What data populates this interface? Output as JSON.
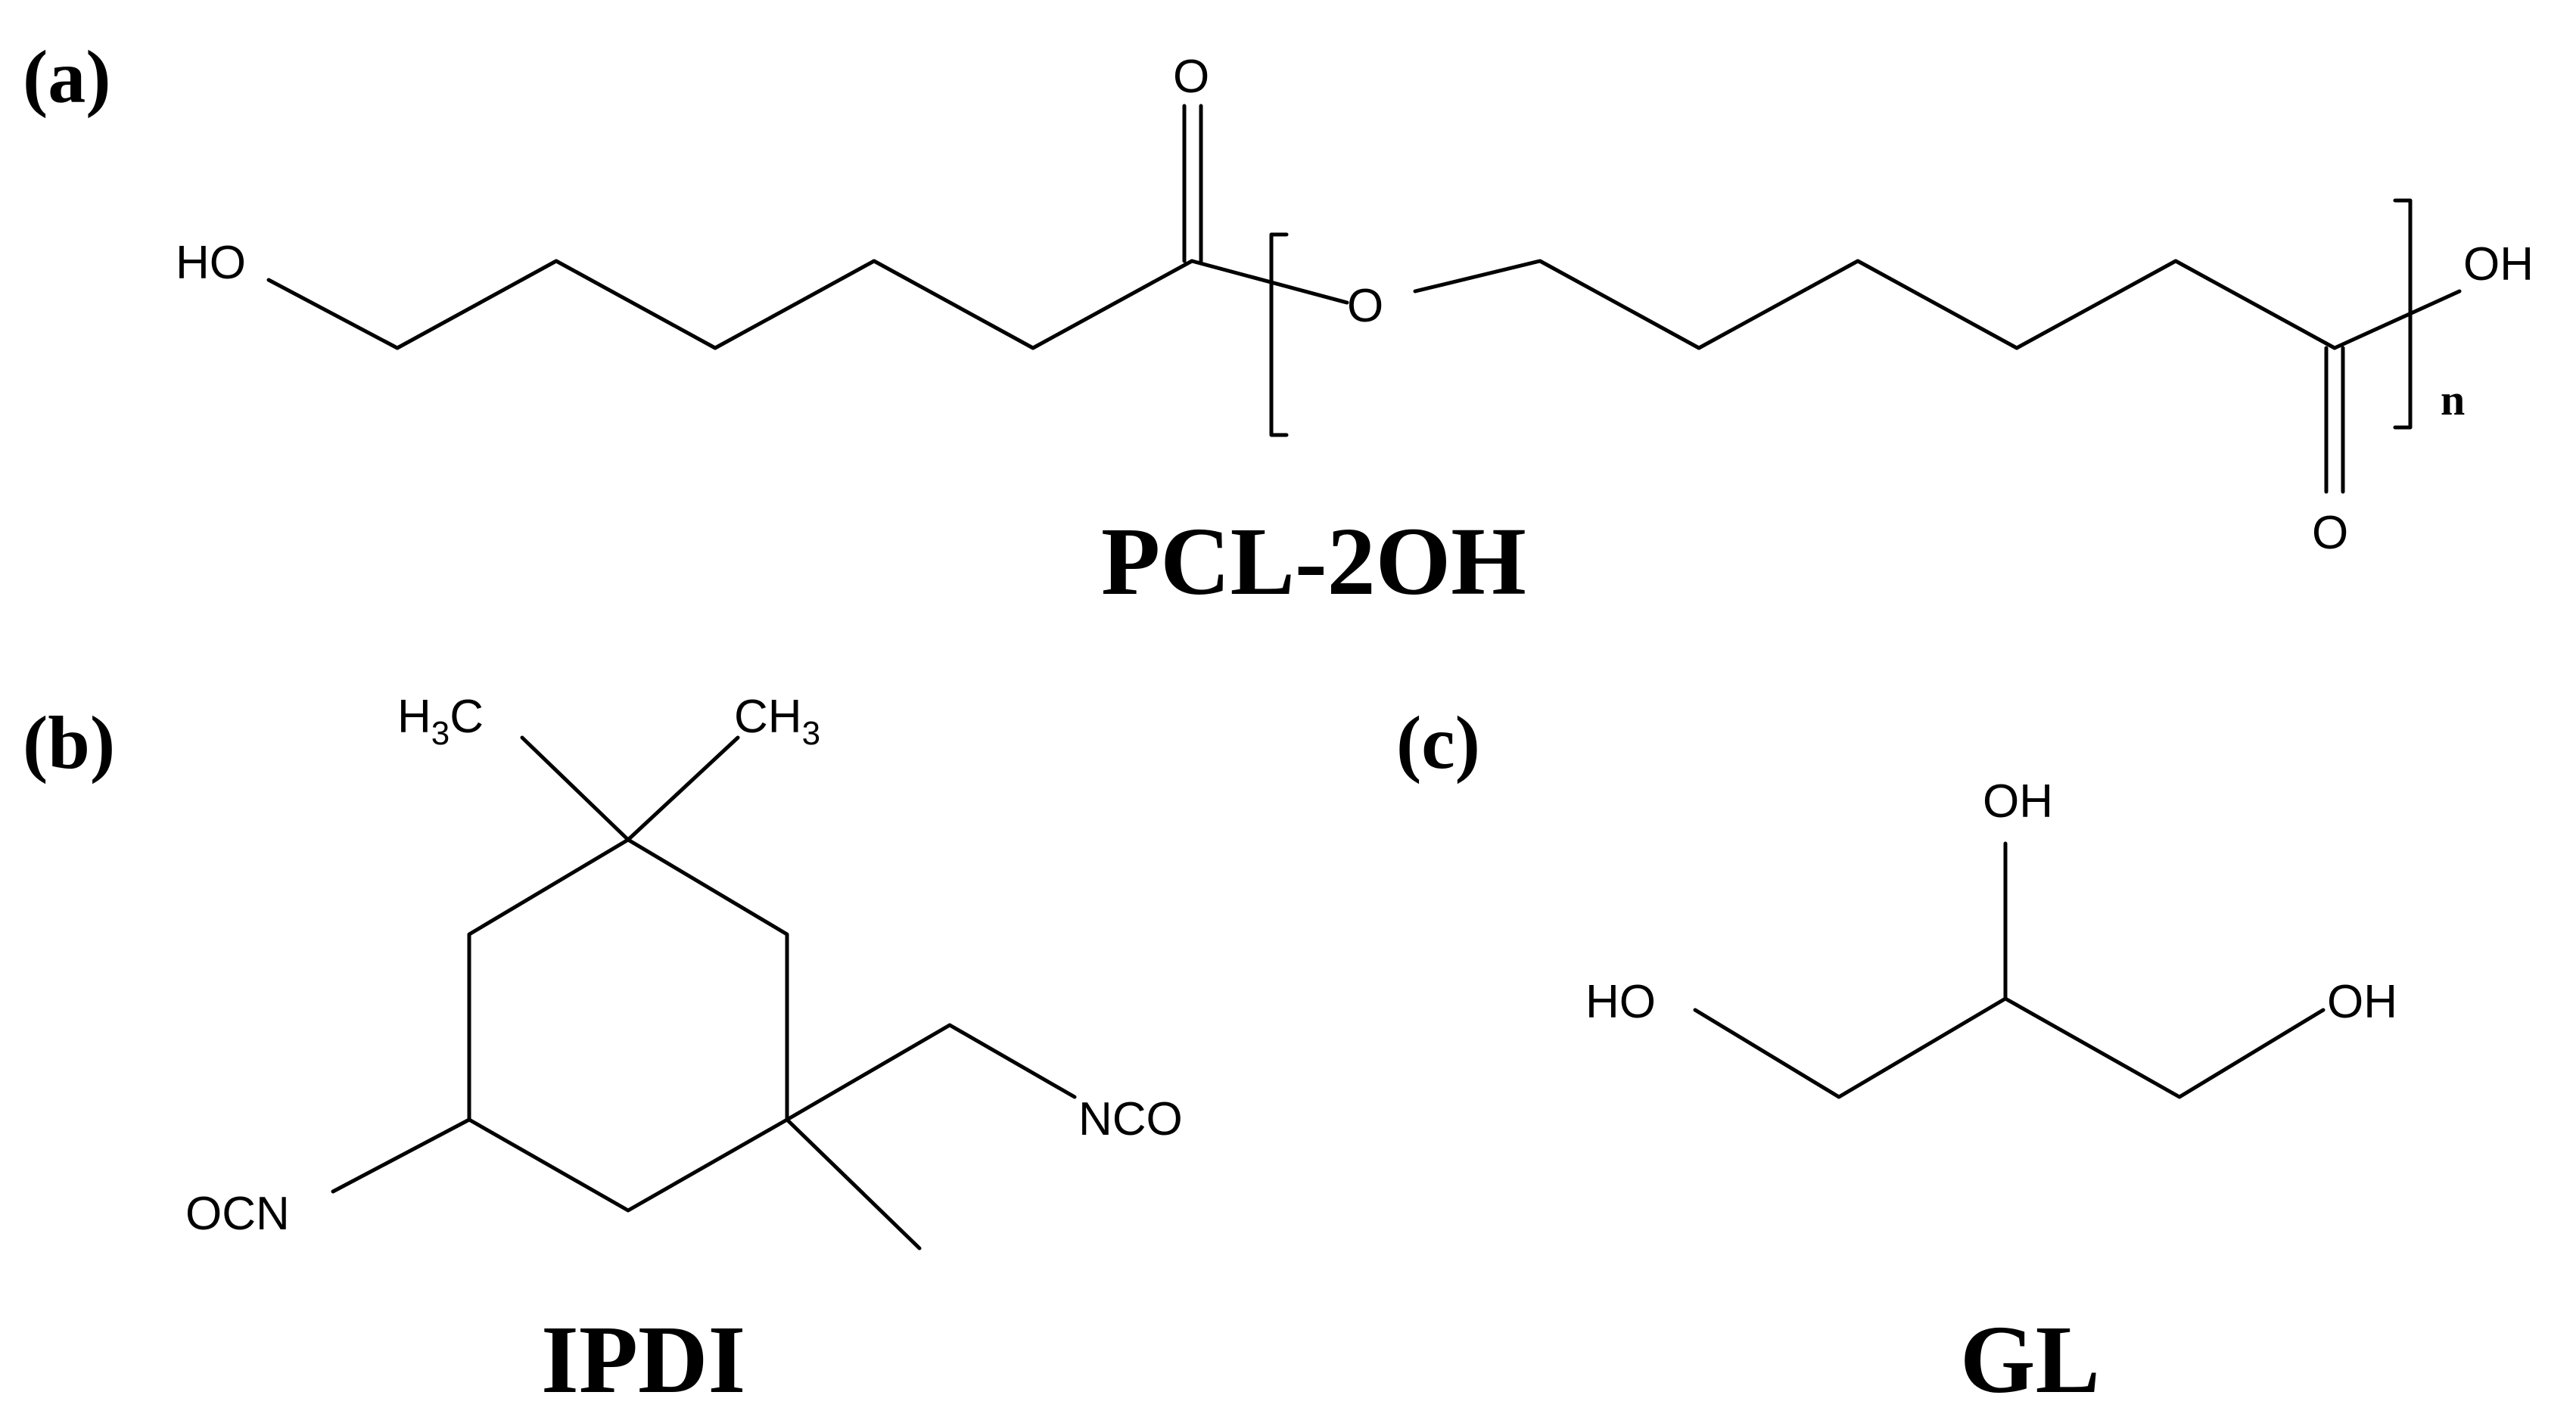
{
  "panels": {
    "a": {
      "label": "(a)",
      "name": "PCL-2OH",
      "atoms": {
        "ho": "HO",
        "o_top": "O",
        "o_ring": "O",
        "oh": "OH",
        "o_bottom": "O",
        "n": "n"
      }
    },
    "b": {
      "label": "(b)",
      "name": "IPDI",
      "atoms": {
        "h3c_h": "H",
        "h3c_3": "3",
        "h3c_c": "C",
        "ch3_c": "CH",
        "ch3_3": "3",
        "nco": "NCO",
        "ocn": "OCN"
      }
    },
    "c": {
      "label": "(c)",
      "name": "GL",
      "atoms": {
        "oh_top": "OH",
        "ho_left": "HO",
        "oh_right": "OH"
      }
    }
  },
  "colors": {
    "ink": "#000000",
    "background": "#ffffff"
  }
}
